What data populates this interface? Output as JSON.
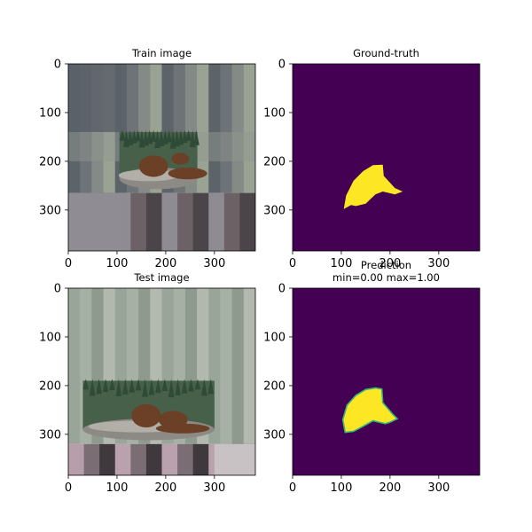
{
  "chart_data": [
    {
      "type": "image",
      "panel": "train-image",
      "title_lines": [
        "Train image"
      ],
      "xticks": [
        0,
        100,
        200,
        300
      ],
      "yticks": [
        0,
        100,
        200,
        300
      ],
      "xlim": [
        0,
        384
      ],
      "ylim": [
        384,
        0
      ],
      "content": "photo of sea lions on a rock, padded with stretched edge pixels"
    },
    {
      "type": "heatmap",
      "panel": "ground-truth",
      "title_lines": [
        "Ground-truth"
      ],
      "xticks": [
        0,
        100,
        200,
        300
      ],
      "yticks": [
        0,
        100,
        200,
        300
      ],
      "xlim": [
        0,
        384
      ],
      "ylim": [
        384,
        0
      ],
      "background_color": "#440154",
      "mask_color": "#fde725",
      "mask_polygon": [
        [
          105,
          298
        ],
        [
          110,
          270
        ],
        [
          125,
          240
        ],
        [
          145,
          220
        ],
        [
          165,
          208
        ],
        [
          185,
          207
        ],
        [
          187,
          230
        ],
        [
          210,
          255
        ],
        [
          226,
          262
        ],
        [
          210,
          268
        ],
        [
          185,
          262
        ],
        [
          170,
          268
        ],
        [
          150,
          287
        ],
        [
          130,
          292
        ],
        [
          120,
          290
        ]
      ]
    },
    {
      "type": "image",
      "panel": "test-image",
      "title_lines": [
        "Test image"
      ],
      "xticks": [
        0,
        100,
        200,
        300
      ],
      "yticks": [
        0,
        100,
        200,
        300
      ],
      "xlim": [
        0,
        384
      ],
      "ylim": [
        384,
        0
      ],
      "content": "photo of sea lions on a rock, padded with stretched edge pixels"
    },
    {
      "type": "heatmap",
      "panel": "prediction",
      "title_lines": [
        "Prediction",
        "min=0.00 max=1.00"
      ],
      "xticks": [
        0,
        100,
        200,
        300
      ],
      "yticks": [
        0,
        100,
        200,
        300
      ],
      "xlim": [
        0,
        384
      ],
      "ylim": [
        384,
        0
      ],
      "value_min": 0.0,
      "value_max": 1.0,
      "background_color": "#440154",
      "mask_color": "#fde725",
      "edge_color": "#35b779",
      "mask_polygon": [
        [
          108,
          296
        ],
        [
          103,
          270
        ],
        [
          112,
          240
        ],
        [
          130,
          220
        ],
        [
          150,
          208
        ],
        [
          170,
          205
        ],
        [
          183,
          207
        ],
        [
          185,
          235
        ],
        [
          205,
          258
        ],
        [
          215,
          268
        ],
        [
          200,
          275
        ],
        [
          190,
          278
        ],
        [
          165,
          272
        ],
        [
          140,
          286
        ],
        [
          125,
          294
        ]
      ]
    }
  ]
}
